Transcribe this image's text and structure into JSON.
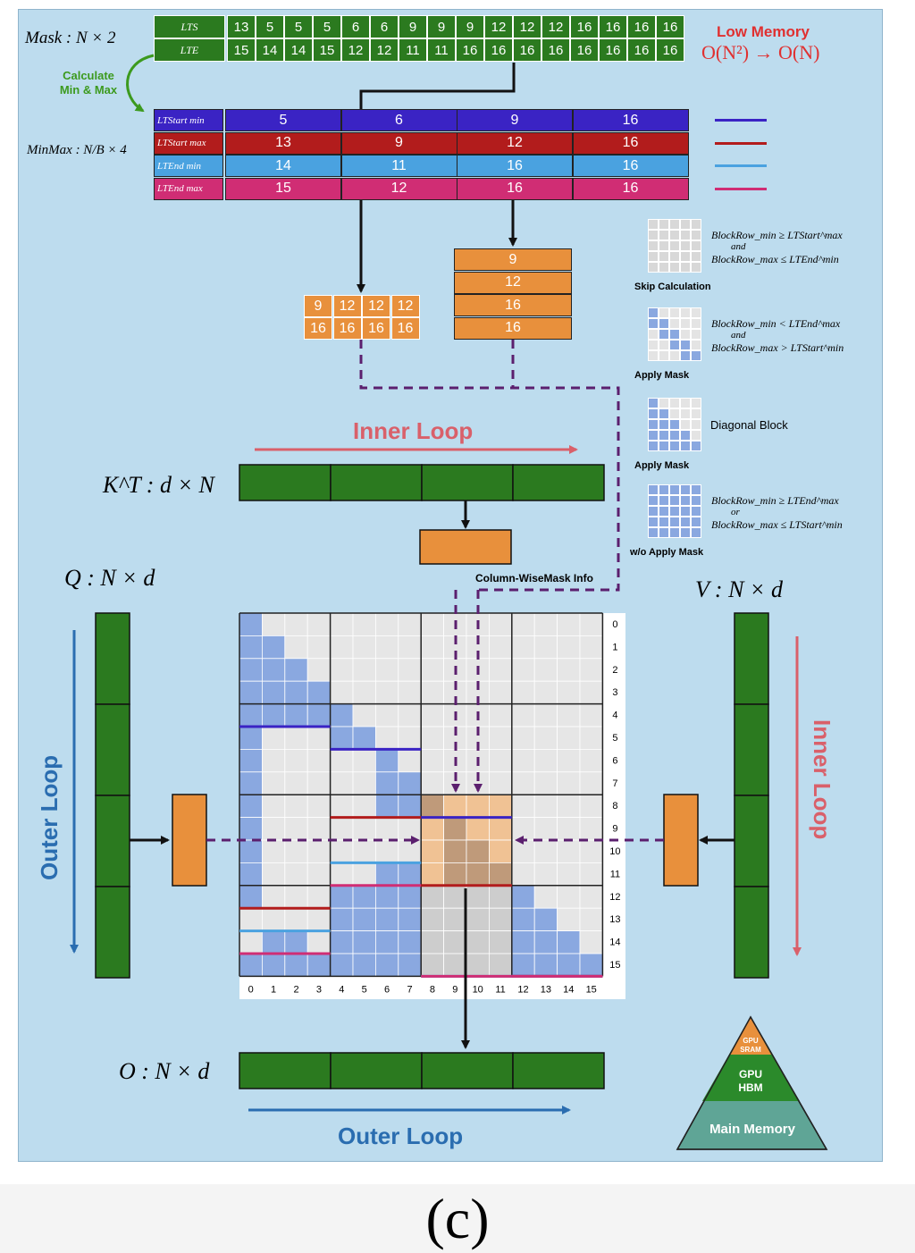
{
  "mask": {
    "label": "Mask : N × 2",
    "rows": [
      {
        "name": "LTS",
        "values": [
          "13",
          "5",
          "5",
          "5",
          "6",
          "6",
          "9",
          "9",
          "9",
          "12",
          "12",
          "12",
          "16",
          "16",
          "16",
          "16"
        ]
      },
      {
        "name": "LTE",
        "values": [
          "15",
          "14",
          "14",
          "15",
          "12",
          "12",
          "11",
          "11",
          "16",
          "16",
          "16",
          "16",
          "16",
          "16",
          "16",
          "16"
        ]
      }
    ]
  },
  "low_memory": {
    "title": "Low Memory",
    "formula": "O(N²) → O(N)"
  },
  "calc": {
    "line1": "Calculate",
    "line2": "Min & Max"
  },
  "minmax": {
    "label": "MinMax : N/B × 4",
    "rows": [
      {
        "name": "LTStart",
        "sup": "min",
        "color": "#3a23c4",
        "values": [
          "5",
          "6",
          "9",
          "16"
        ]
      },
      {
        "name": "LTStart",
        "sup": "max",
        "color": "#b21c1c",
        "values": [
          "13",
          "9",
          "12",
          "16"
        ]
      },
      {
        "name": "LTEnd",
        "sup": "min",
        "color": "#4aa2e0",
        "values": [
          "14",
          "11",
          "16",
          "16"
        ]
      },
      {
        "name": "LTEnd",
        "sup": "max",
        "color": "#d02d74",
        "values": [
          "15",
          "12",
          "16",
          "16"
        ]
      }
    ]
  },
  "small_block": {
    "row1": [
      "9",
      "12",
      "12",
      "12"
    ],
    "row2": [
      "16",
      "16",
      "16",
      "16"
    ]
  },
  "col_block": [
    "9",
    "12",
    "16",
    "16"
  ],
  "legend": [
    {
      "caption": "Skip Calculation",
      "line1": "BlockRow_min ≥ LTStart^max",
      "join": "and",
      "line2": "BlockRow_max ≤ LTEnd^min"
    },
    {
      "caption": "Apply Mask",
      "line1": "BlockRow_min < LTEnd^max",
      "join": "and",
      "line2": "BlockRow_max > LTStart^min"
    },
    {
      "caption": "Apply Mask",
      "line1": "Diagonal Block",
      "join": "",
      "line2": ""
    },
    {
      "caption": "w/o Apply Mask",
      "line1": "BlockRow_min ≥ LTEnd^max",
      "join": "or",
      "line2": "BlockRow_max ≤ LTStart^min"
    }
  ],
  "labels": {
    "inner_loop_top": "Inner Loop",
    "kt": "K^T : d × N",
    "q": "Q : N × d",
    "v": "V : N × d",
    "o": "O : N × d",
    "column_wise": "Column-WiseMask Info",
    "outer_loop_left": "Outer Loop",
    "inner_loop_right": "Inner Loop",
    "outer_loop_bottom": "Outer Loop"
  },
  "axis": {
    "rows": [
      "0",
      "1",
      "2",
      "3",
      "4",
      "5",
      "6",
      "7",
      "8",
      "9",
      "10",
      "11",
      "12",
      "13",
      "14",
      "15"
    ],
    "cols": [
      "0",
      "1",
      "2",
      "3",
      "4",
      "5",
      "6",
      "7",
      "8",
      "9",
      "10",
      "11",
      "12",
      "13",
      "14",
      "15"
    ]
  },
  "pyramid": {
    "top": "GPU SRAM",
    "mid": "GPU HBM",
    "bottom": "Main Memory"
  },
  "caption": "(c)",
  "colors": {
    "green": "#2b7a1f",
    "orange": "#e8903c",
    "blue_cell": "#8aa8e0",
    "purple": "#5b1f6e"
  }
}
